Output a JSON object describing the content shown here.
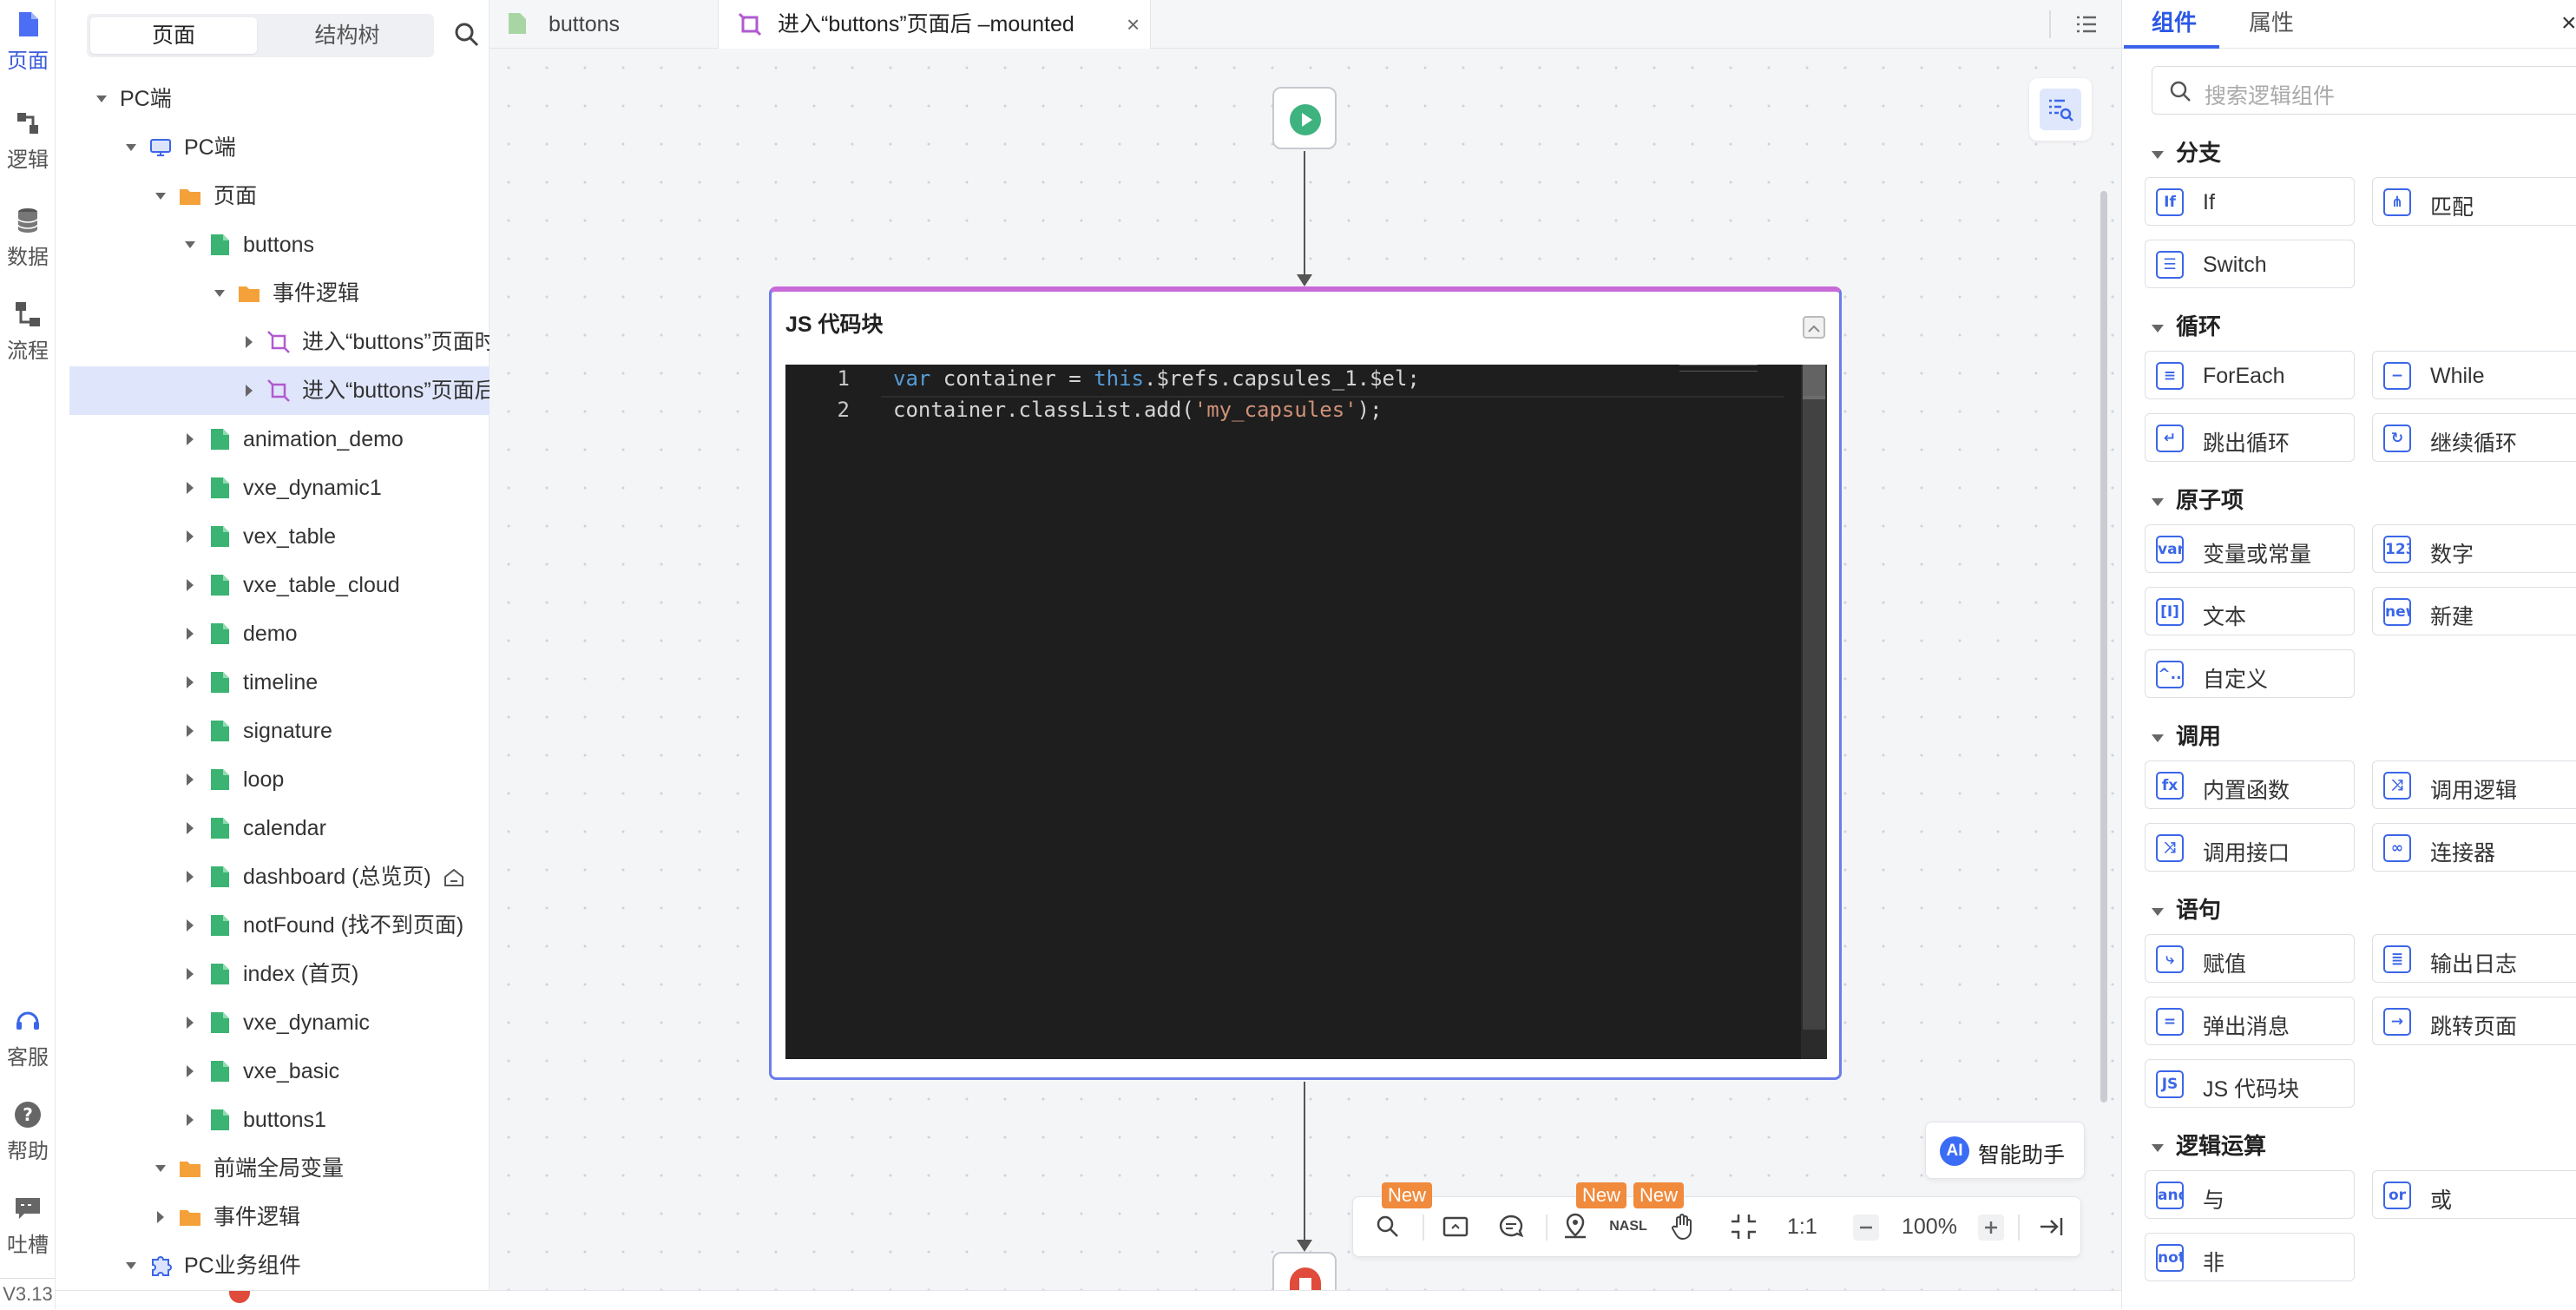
{
  "rail": {
    "items": [
      {
        "label": "页面",
        "icon": "page-icon"
      },
      {
        "label": "逻辑",
        "icon": "logic-icon"
      },
      {
        "label": "数据",
        "icon": "database-icon"
      },
      {
        "label": "流程",
        "icon": "flow-icon"
      },
      {
        "label": "客服",
        "icon": "headset-icon"
      },
      {
        "label": "帮助",
        "icon": "help-icon"
      },
      {
        "label": "吐槽",
        "icon": "feedback-icon"
      }
    ],
    "version": "V3.13"
  },
  "tree": {
    "tabs": [
      "页面",
      "结构树"
    ],
    "add_label": "+",
    "nodes": [
      {
        "label": "PC端"
      },
      {
        "label": "PC端"
      },
      {
        "label": "页面"
      },
      {
        "label": "buttons"
      },
      {
        "label": "事件逻辑"
      },
      {
        "label": "进入“buttons”页面时"
      },
      {
        "label": "进入“buttons”页面后"
      },
      {
        "label": "animation_demo"
      },
      {
        "label": "vxe_dynamic1"
      },
      {
        "label": "vex_table"
      },
      {
        "label": "vxe_table_cloud"
      },
      {
        "label": "demo"
      },
      {
        "label": "timeline"
      },
      {
        "label": "signature"
      },
      {
        "label": "loop"
      },
      {
        "label": "calendar"
      },
      {
        "label": "dashboard (总览页)"
      },
      {
        "label": "notFound (找不到页面)"
      },
      {
        "label": "index (首页)"
      },
      {
        "label": "vxe_dynamic"
      },
      {
        "label": "vxe_basic"
      },
      {
        "label": "buttons1"
      },
      {
        "label": "前端全局变量"
      },
      {
        "label": "事件逻辑"
      },
      {
        "label": "PC业务组件"
      }
    ]
  },
  "tabs": [
    {
      "label": "buttons"
    },
    {
      "label": "进入“buttons”页面后 –mounted"
    }
  ],
  "canvas": {
    "block_title": "JS 代码块",
    "line_numbers": [
      "1",
      "2"
    ],
    "code": {
      "l1_kw1": "var",
      "l1_mid": " container = ",
      "l1_kw2": "this",
      "l1_rest": ".$refs.capsules_1.$el;",
      "l2_pre": "container.classList.add(",
      "l2_str": "'my_capsules'",
      "l2_post": ");"
    },
    "ai_label": "智能助手",
    "ai_logo": "AI",
    "toolbar": {
      "new_badge": "New",
      "ratio": "1:1",
      "zoom": "100%",
      "nasl": "NASL"
    }
  },
  "right": {
    "tabs": [
      "组件",
      "属性"
    ],
    "close": "×",
    "search_placeholder": "搜索逻辑组件",
    "sections": [
      {
        "title": "分支",
        "items": [
          {
            "label": "If",
            "icon": "If"
          },
          {
            "label": "匹配",
            "icon": "⋔"
          },
          {
            "label": "Switch",
            "icon": "☰"
          }
        ]
      },
      {
        "title": "循环",
        "items": [
          {
            "label": "ForEach",
            "icon": "≡"
          },
          {
            "label": "While",
            "icon": "−"
          },
          {
            "label": "跳出循环",
            "icon": "↵"
          },
          {
            "label": "继续循环",
            "icon": "↻"
          }
        ]
      },
      {
        "title": "原子项",
        "items": [
          {
            "label": "变量或常量",
            "icon": "var"
          },
          {
            "label": "数字",
            "icon": "123"
          },
          {
            "label": "文本",
            "icon": "[I]"
          },
          {
            "label": "新建",
            "icon": "new"
          },
          {
            "label": "自定义",
            "icon": "^.."
          }
        ]
      },
      {
        "title": "调用",
        "items": [
          {
            "label": "内置函数",
            "icon": "fx"
          },
          {
            "label": "调用逻辑",
            "icon": "⤨"
          },
          {
            "label": "调用接口",
            "icon": "⤨"
          },
          {
            "label": "连接器",
            "icon": "∞"
          }
        ]
      },
      {
        "title": "语句",
        "items": [
          {
            "label": "赋值",
            "icon": "⤷"
          },
          {
            "label": "输出日志",
            "icon": "≣"
          },
          {
            "label": "弹出消息",
            "icon": "="
          },
          {
            "label": "跳转页面",
            "icon": "→"
          },
          {
            "label": "JS 代码块",
            "icon": "JS"
          }
        ]
      },
      {
        "title": "逻辑运算",
        "items": [
          {
            "label": "与",
            "icon": "and"
          },
          {
            "label": "或",
            "icon": "or"
          },
          {
            "label": "非",
            "icon": "not"
          }
        ]
      }
    ]
  },
  "colors": {
    "accent": "#3b63ea",
    "js_border": "#6b7de8",
    "js_top": "#c86bd8",
    "badge": "#f08a3c"
  }
}
